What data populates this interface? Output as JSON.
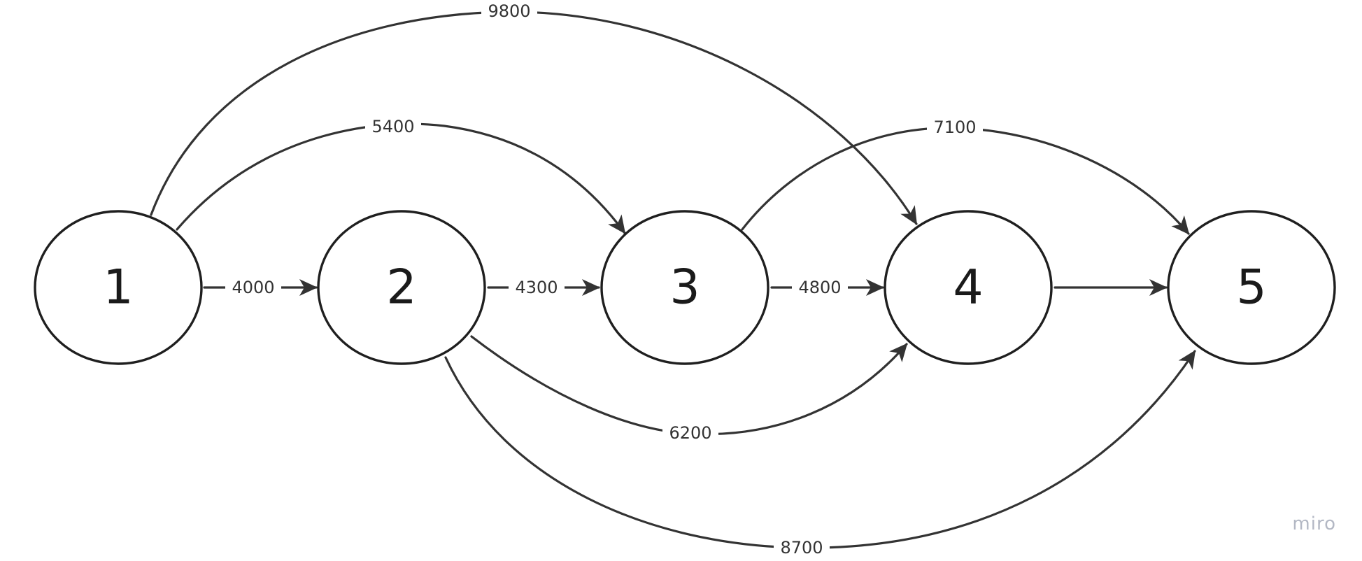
{
  "nodes": [
    {
      "id": "1",
      "label": "1"
    },
    {
      "id": "2",
      "label": "2"
    },
    {
      "id": "3",
      "label": "3"
    },
    {
      "id": "4",
      "label": "4"
    },
    {
      "id": "5",
      "label": "5"
    }
  ],
  "edges": [
    {
      "from": "1",
      "to": "2",
      "label": "4000"
    },
    {
      "from": "2",
      "to": "3",
      "label": "4300"
    },
    {
      "from": "3",
      "to": "4",
      "label": "4800"
    },
    {
      "from": "4",
      "to": "5",
      "label": ""
    },
    {
      "from": "1",
      "to": "3",
      "label": "5400"
    },
    {
      "from": "1",
      "to": "4",
      "label": "9800"
    },
    {
      "from": "3",
      "to": "5",
      "label": "7100"
    },
    {
      "from": "2",
      "to": "4",
      "label": "6200"
    },
    {
      "from": "2",
      "to": "5",
      "label": "8700"
    }
  ],
  "watermark": "miro",
  "colors": {
    "stroke": "#333333",
    "node_stroke": "#1f1f1f",
    "watermark": "#b3b8c4",
    "background": "#ffffff"
  }
}
